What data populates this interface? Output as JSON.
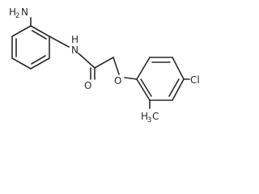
{
  "structure": {
    "labels": {
      "amine_h": "H",
      "amine_h_count": "2",
      "amine_n": "N",
      "amide_h": "H",
      "amide_n": "N",
      "carbonyl_o": "O",
      "ether_o": "O",
      "chloro": "Cl",
      "methyl_c": "C",
      "methyl_h": "H",
      "methyl_h_count": "3"
    },
    "colors": {
      "bond": "#2a2a2a",
      "label": "#2a2a2a",
      "background": "#ffffff"
    }
  }
}
